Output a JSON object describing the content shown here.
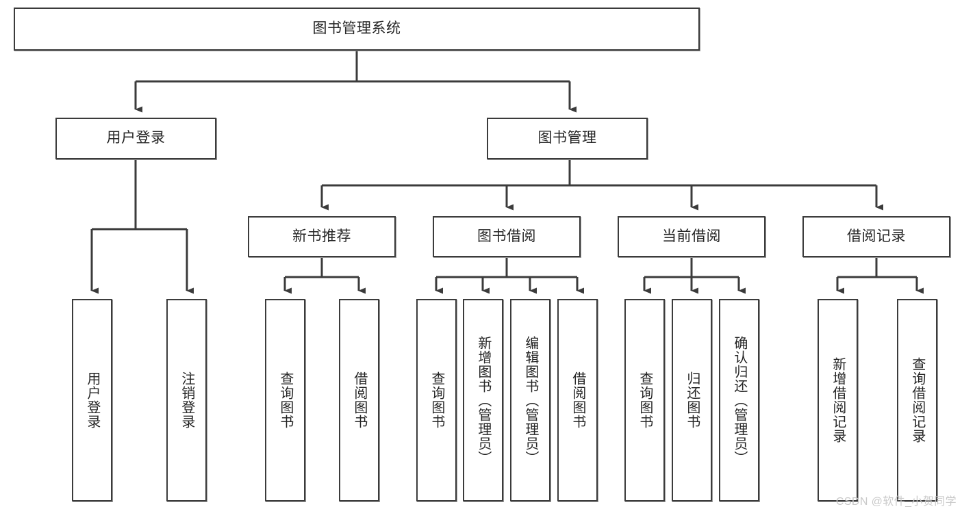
{
  "diagram": {
    "type": "tree-hierarchy",
    "title": "图书管理系统",
    "watermark": "CSDN @软件_小贺同学",
    "colors": {
      "background": "#ffffff",
      "node_fill": "#ffffff",
      "node_border": "#3b3b3b",
      "edge": "#3b3b3b",
      "text": "#262626",
      "watermark": "#c9c9c9"
    },
    "root": {
      "label": "图书管理系统"
    },
    "level1": [
      {
        "label": "用户登录"
      },
      {
        "label": "图书管理"
      }
    ],
    "level2": [
      {
        "label": "新书推荐"
      },
      {
        "label": "图书借阅"
      },
      {
        "label": "当前借阅"
      },
      {
        "label": "借阅记录"
      }
    ],
    "leaves": {
      "user_login": [
        {
          "label": "用户登录"
        },
        {
          "label": "注销登录"
        }
      ],
      "new_book_recommend": [
        {
          "label": "查询图书"
        },
        {
          "label": "借阅图书"
        }
      ],
      "book_borrow": [
        {
          "label": "查询图书"
        },
        {
          "label": "新增图书（管理员）"
        },
        {
          "label": "编辑图书（管理员）"
        },
        {
          "label": "借阅图书"
        }
      ],
      "current_borrow": [
        {
          "label": "查询图书"
        },
        {
          "label": "归还图书"
        },
        {
          "label": "确认归还（管理员）"
        }
      ],
      "borrow_record": [
        {
          "label": "新增借阅记录"
        },
        {
          "label": "查询借阅记录"
        }
      ]
    }
  }
}
